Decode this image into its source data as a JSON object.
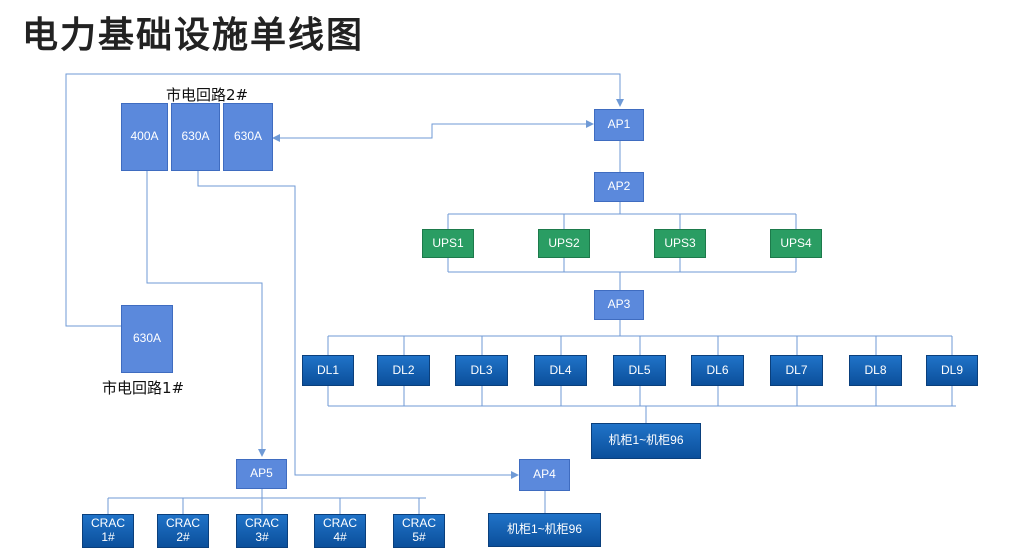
{
  "title": "电力基础设施单线图",
  "mains2": {
    "label": "市电回路2#",
    "breakers": [
      "400A",
      "630A",
      "630A"
    ]
  },
  "mains1": {
    "label": "市电回路1#",
    "breaker": "630A"
  },
  "ap": {
    "ap1": "AP1",
    "ap2": "AP2",
    "ap3": "AP3",
    "ap4": "AP4",
    "ap5": "AP5"
  },
  "ups": [
    "UPS1",
    "UPS2",
    "UPS3",
    "UPS4"
  ],
  "dl": [
    "DL1",
    "DL2",
    "DL3",
    "DL4",
    "DL5",
    "DL6",
    "DL7",
    "DL8",
    "DL9"
  ],
  "cabinets_dl": "机柜1~机柜96",
  "cabinets_ap4": "机柜1~机柜96",
  "crac": [
    "CRAC\n1#",
    "CRAC\n2#",
    "CRAC\n3#",
    "CRAC\n4#",
    "CRAC\n5#"
  ],
  "colors": {
    "line": "#6f9ad6",
    "blue_box": "#5b89dc",
    "ups_green": "#2a9d63",
    "dark_blue": "#0b4f9b"
  }
}
